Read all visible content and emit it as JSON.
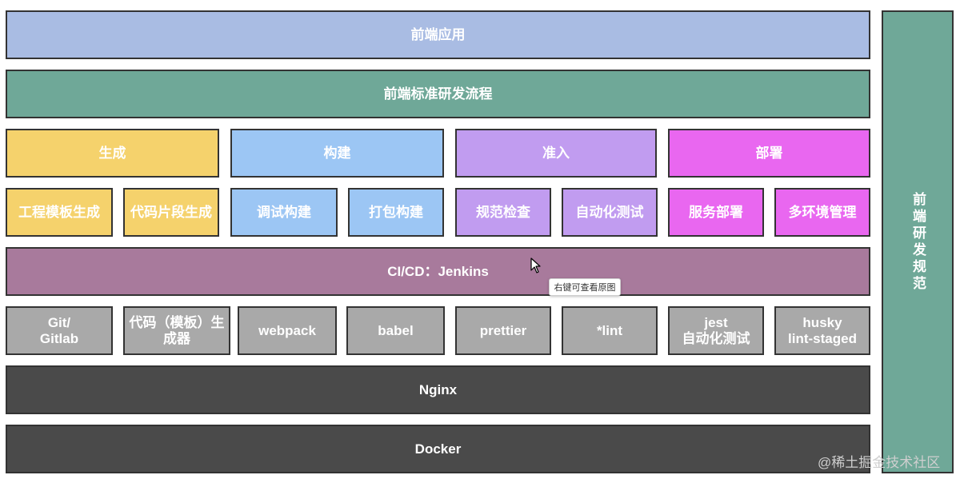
{
  "layers": {
    "frontend_app": "前端应用",
    "standard_process": "前端标准研发流程",
    "cicd": "CI/CD：Jenkins",
    "nginx": "Nginx",
    "docker": "Docker"
  },
  "stages": {
    "generate": "生成",
    "build": "构建",
    "admission": "准入",
    "deploy": "部署"
  },
  "sub_stages": {
    "project_template": "工程模板生成",
    "code_snippet": "代码片段生成",
    "debug_build": "调试构建",
    "package_build": "打包构建",
    "spec_check": "规范检查",
    "auto_test": "自动化测试",
    "service_deploy": "服务部署",
    "multi_env": "多环境管理"
  },
  "tools": {
    "git": "Git/\nGitlab",
    "code_template": "代码（模板）生\n成器",
    "webpack": "webpack",
    "babel": "babel",
    "prettier": "prettier",
    "lint": "*lint",
    "jest": "jest\n自动化测试",
    "husky": "husky\nlint-staged"
  },
  "sidebar": "前端研发规范",
  "tooltip": "右键可查看原图",
  "watermark": "@稀土掘金技术社区",
  "colors": {
    "frontend": "#a9bce3",
    "green": "#6fa898",
    "generate": "#f5d26c",
    "build": "#9cc6f4",
    "admission": "#c19cf0",
    "deploy": "#e967f0",
    "cicd": "#a87a9c",
    "tools": "#a9a9a9",
    "infra": "#4a4a4a"
  }
}
